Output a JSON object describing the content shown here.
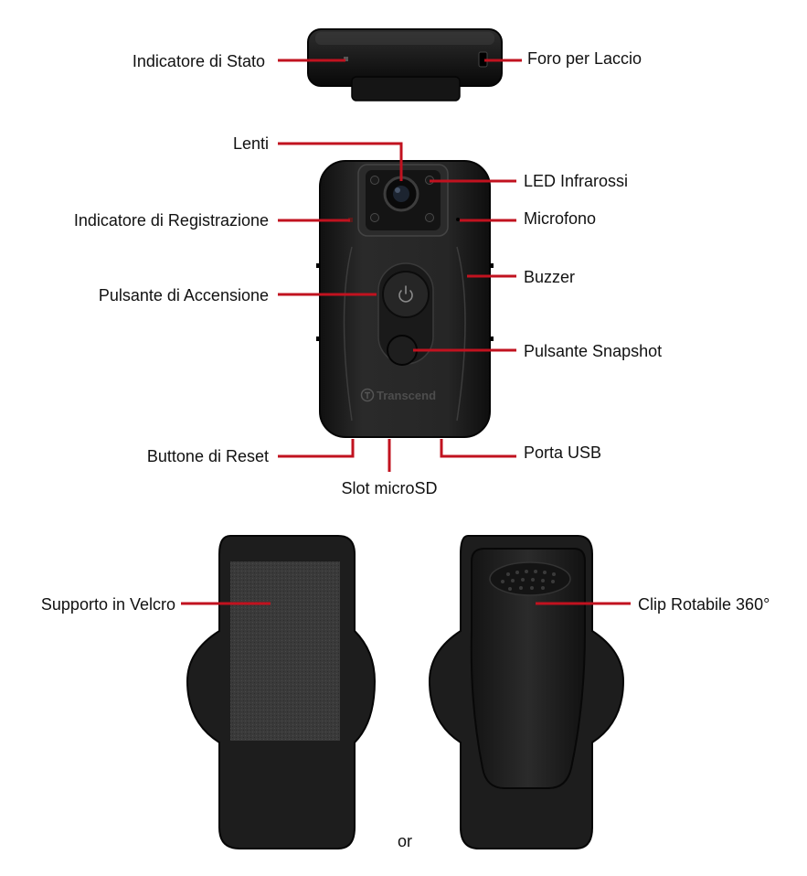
{
  "colors": {
    "leader": "#c1121f",
    "label": "#111111",
    "body": "#1f1f1f",
    "bodyEdge": "#0a0a0a",
    "highlight": "#3a3a3a",
    "velcro": "#3c3c3c"
  },
  "top_view": {
    "status_indicator": "Indicatore di Stato",
    "strap_hole": "Foro per Laccio"
  },
  "front_view": {
    "lens": "Lenti",
    "ir_led": "LED Infrarossi",
    "rec_indicator": "Indicatore di Registrazione",
    "microphone": "Microfono",
    "power_button": "Pulsante di Accensione",
    "buzzer": "Buzzer",
    "snapshot_button": "Pulsante Snapshot",
    "reset_button": "Buttone di Reset",
    "usb_port": "Porta USB",
    "microsd_slot": "Slot microSD",
    "brand": "Transcend",
    "power_icon": "power-icon",
    "brand_icon": "transcend-logo-icon"
  },
  "accessories": {
    "velcro_mount": "Supporto in Velcro",
    "rotating_clip": "Clip Rotabile 360°",
    "or": "or"
  }
}
